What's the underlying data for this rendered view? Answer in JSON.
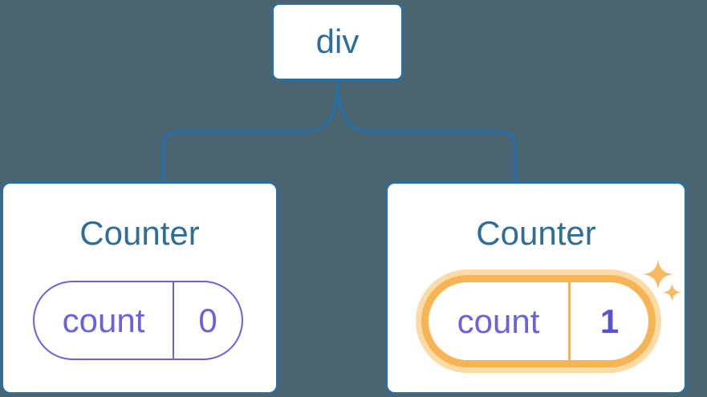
{
  "colors": {
    "background": "#4b6570",
    "stroke_blue": "#2d6e9e",
    "text_blue": "#2e6e99",
    "purple": "#6a61df",
    "value_purple": "#5a52d5",
    "orange": "#f6b455",
    "orange_glow": "#fcdba6",
    "sparkle": "#f7ba60",
    "card_bg": "#ffffff"
  },
  "tree": {
    "root": {
      "label": "div"
    },
    "children": [
      {
        "title": "Counter",
        "state_key": "count",
        "state_value": "0",
        "highlighted": false
      },
      {
        "title": "Counter",
        "state_key": "count",
        "state_value": "1",
        "highlighted": true
      }
    ]
  }
}
